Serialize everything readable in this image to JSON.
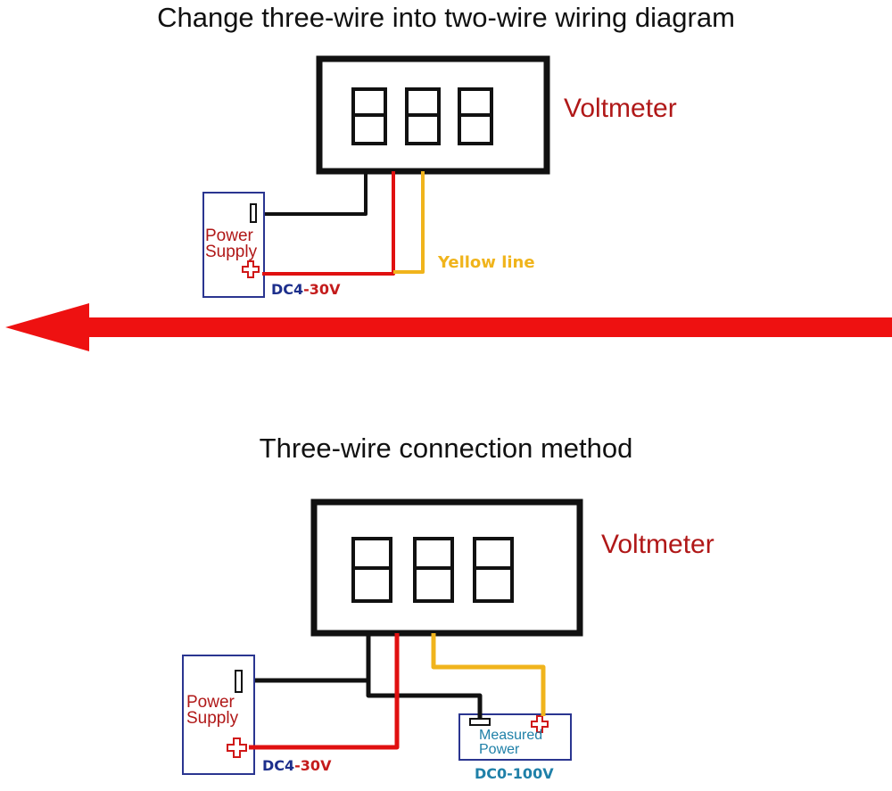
{
  "top": {
    "heading": "Change three-wire into two-wire wiring diagram",
    "voltmeter_label": "Voltmeter",
    "power_supply_label": [
      "Power",
      "Supply"
    ],
    "supply_range_prefix": "DC4",
    "supply_range_suffix": "-30V",
    "yellow_line_label": "Yellow line"
  },
  "bottom": {
    "heading": "Three-wire connection method",
    "voltmeter_label": "Voltmeter",
    "power_supply_label": [
      "Power",
      "Supply"
    ],
    "supply_range_prefix": "DC4",
    "supply_range_suffix": "-30V",
    "measured_power_label": [
      "Measured",
      "Power"
    ],
    "measured_range": "DC0-100V"
  },
  "colors": {
    "label_red": "#b01818",
    "wire_red": "#e01010",
    "wire_yellow": "#f0b41c",
    "wire_black": "#111111",
    "box_blue": "#2a3590",
    "tag_blue": "#1d2f8c",
    "measured_teal": "#1f80a8",
    "arrow_red": "#ee1111"
  }
}
